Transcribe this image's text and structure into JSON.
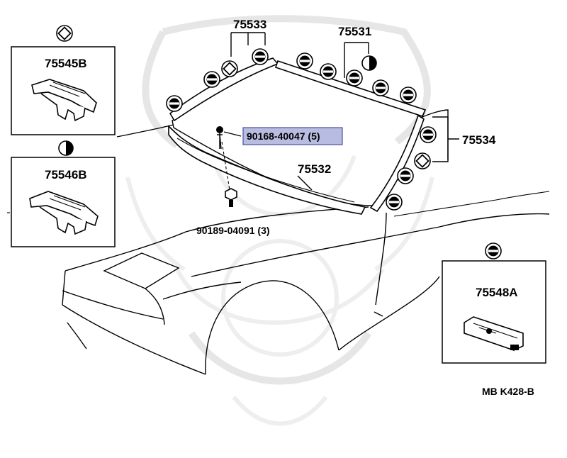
{
  "labels": {
    "p75533": "75533",
    "p75531": "75531",
    "p75545B": "75545B",
    "p75546B": "75546B",
    "p75534": "75534",
    "p75532": "75532",
    "p90168": "90168-40047 (5)",
    "p90189": "90189-04091 (3)",
    "p75548A": "75548A",
    "code": "MB  K428-B"
  },
  "colors": {
    "highlight": "#b8bce0",
    "highlight_border": "#4a4fa0"
  },
  "icons": [
    "clip-symbol-icon",
    "diamond-symbol-icon",
    "half-circle-symbol-icon"
  ]
}
